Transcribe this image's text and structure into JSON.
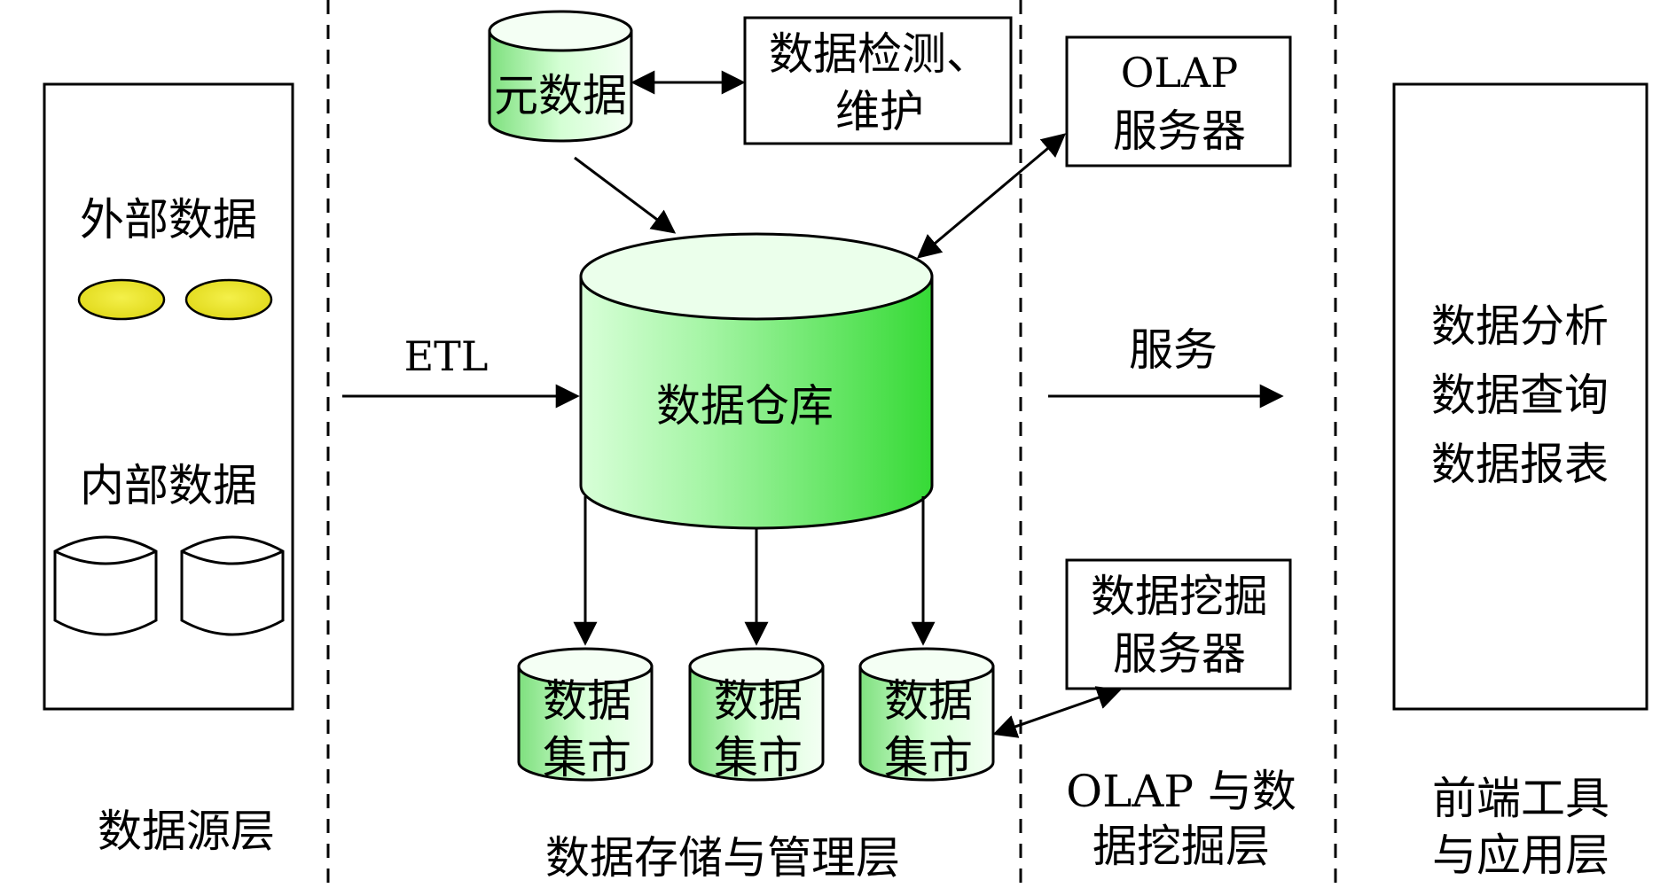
{
  "colors": {
    "line": "#000000",
    "background": "#ffffff",
    "warehouse_green": "#3ee03e",
    "warehouse_light": "#eaffea",
    "cylinder_green": "#8fe88f",
    "ellipse_yellow": "#e8e820",
    "ellipse_yellow_dark": "#b0a800"
  },
  "source_layer": {
    "external_label": "外部数据",
    "internal_label": "内部数据",
    "layer_label": "数据源层"
  },
  "storage_layer": {
    "metadata_label": "元数据",
    "maintenance_label_line1": "数据检测、",
    "maintenance_label_line2": "维护",
    "etl_label": "ETL",
    "warehouse_label": "数据仓库",
    "mart_label_line1": "数据",
    "mart_label_line2": "集市",
    "layer_label": "数据存储与管理层"
  },
  "olap_layer": {
    "olap_server_line1": "OLAP",
    "olap_server_line2": "服务器",
    "mining_server_line1": "数据挖掘",
    "mining_server_line2": "服务器",
    "service_label": "服务",
    "layer_label_line1": "OLAP 与数",
    "layer_label_line2": "据挖掘层"
  },
  "frontend_layer": {
    "tools": [
      "数据分析",
      "数据查询",
      "数据报表"
    ],
    "layer_label_line1": "前端工具",
    "layer_label_line2": "与应用层"
  }
}
